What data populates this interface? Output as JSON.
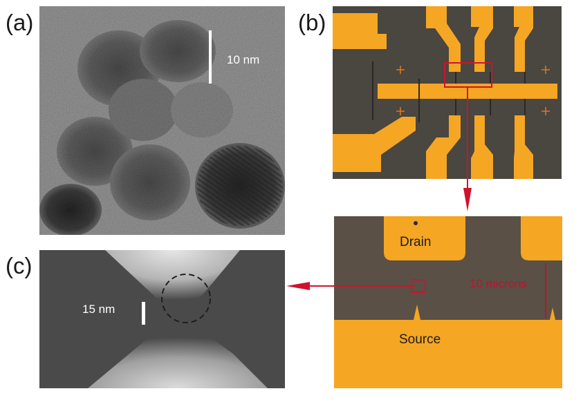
{
  "labels": {
    "a": "(a)",
    "b": "(b)",
    "c": "(c)"
  },
  "panel_a": {
    "scale_bar_label": "10 nm"
  },
  "panel_b_zoom": {
    "drain_label": "Drain",
    "source_label": "Source",
    "gap_measure_label": "10 microns"
  },
  "panel_c": {
    "scale_bar_label": "15 nm"
  },
  "colors": {
    "gold_electrode": "#f5a623",
    "substrate_dark": "#4a4640",
    "highlight_red": "#d0122e",
    "tem_gray": "#8a8a8a"
  }
}
